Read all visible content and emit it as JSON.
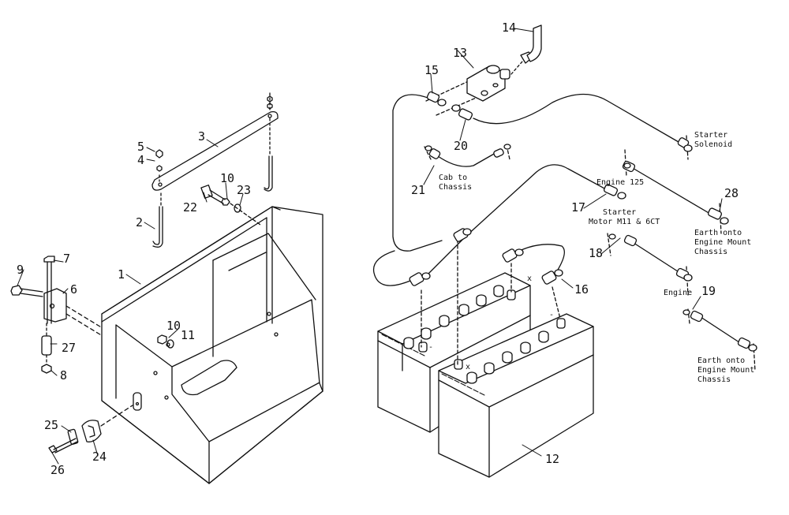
{
  "diagram": {
    "part_numbers": [
      "1",
      "2",
      "3",
      "4",
      "5",
      "6",
      "7",
      "8",
      "9",
      "10",
      "10",
      "11",
      "12",
      "13",
      "14",
      "15",
      "16",
      "17",
      "18",
      "19",
      "20",
      "21",
      "22",
      "23",
      "24",
      "25",
      "26",
      "27",
      "28"
    ],
    "labels": {
      "starter_solenoid": [
        "Starter",
        "Solenoid"
      ],
      "cab_to_chassis": [
        "Cab to",
        "Chassis"
      ],
      "engine_125": "Engine 125",
      "starter_motor": [
        "Starter",
        "Motor M11 & 6CT"
      ],
      "earth_engine_mount_1": [
        "Earth onto",
        "Engine Mount",
        "Chassis"
      ],
      "engine": "Engine",
      "earth_engine_mount_2": [
        "Earth onto",
        "Engine Mount",
        "Chassis"
      ]
    },
    "terminal_marks": {
      "positive": "+",
      "negative": "-",
      "x": "x"
    }
  }
}
